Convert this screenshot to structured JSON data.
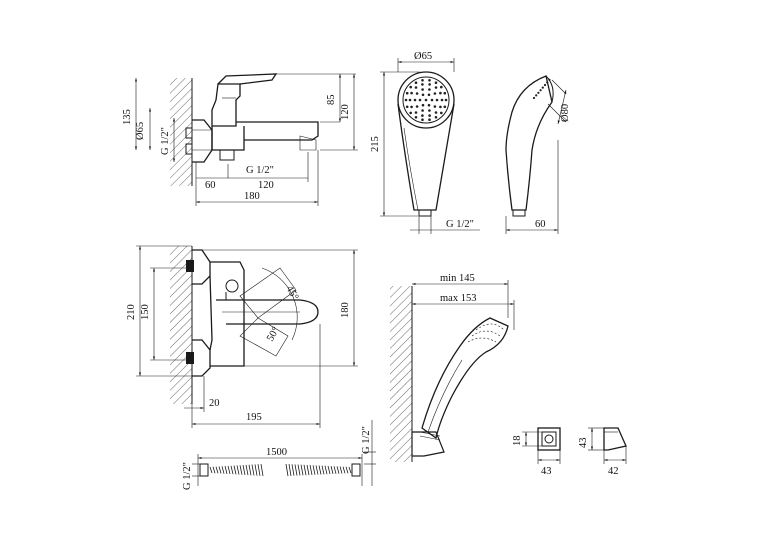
{
  "dimensions": {
    "side_height_total": "135",
    "side_height_85": "85",
    "side_height_120": "120",
    "side_diameter": "Ø65",
    "side_thread": "G 1/2\"",
    "side_thread_bottom": "G 1/2\"",
    "side_width_60": "60",
    "side_width_120": "120",
    "side_width_180": "180",
    "top_height_210": "210",
    "top_height_150": "150",
    "top_height_180": "180",
    "top_angle_45": "45°",
    "top_angle_50": "50°",
    "top_offset_20": "20",
    "top_length_195": "195",
    "head_diameter": "Ø65",
    "head_length": "215",
    "head_thread": "G 1/2\"",
    "head_side_diameter": "Ø80",
    "head_side_width": "60",
    "holder_min": "min 145",
    "holder_max": "max 153",
    "hose_length": "1500",
    "hose_thread_left": "G 1/2\"",
    "hose_thread_right": "G 1/2\"",
    "bracket_height": "18",
    "bracket_width": "43",
    "bracket_side_height": "43",
    "bracket_side_width": "42"
  }
}
